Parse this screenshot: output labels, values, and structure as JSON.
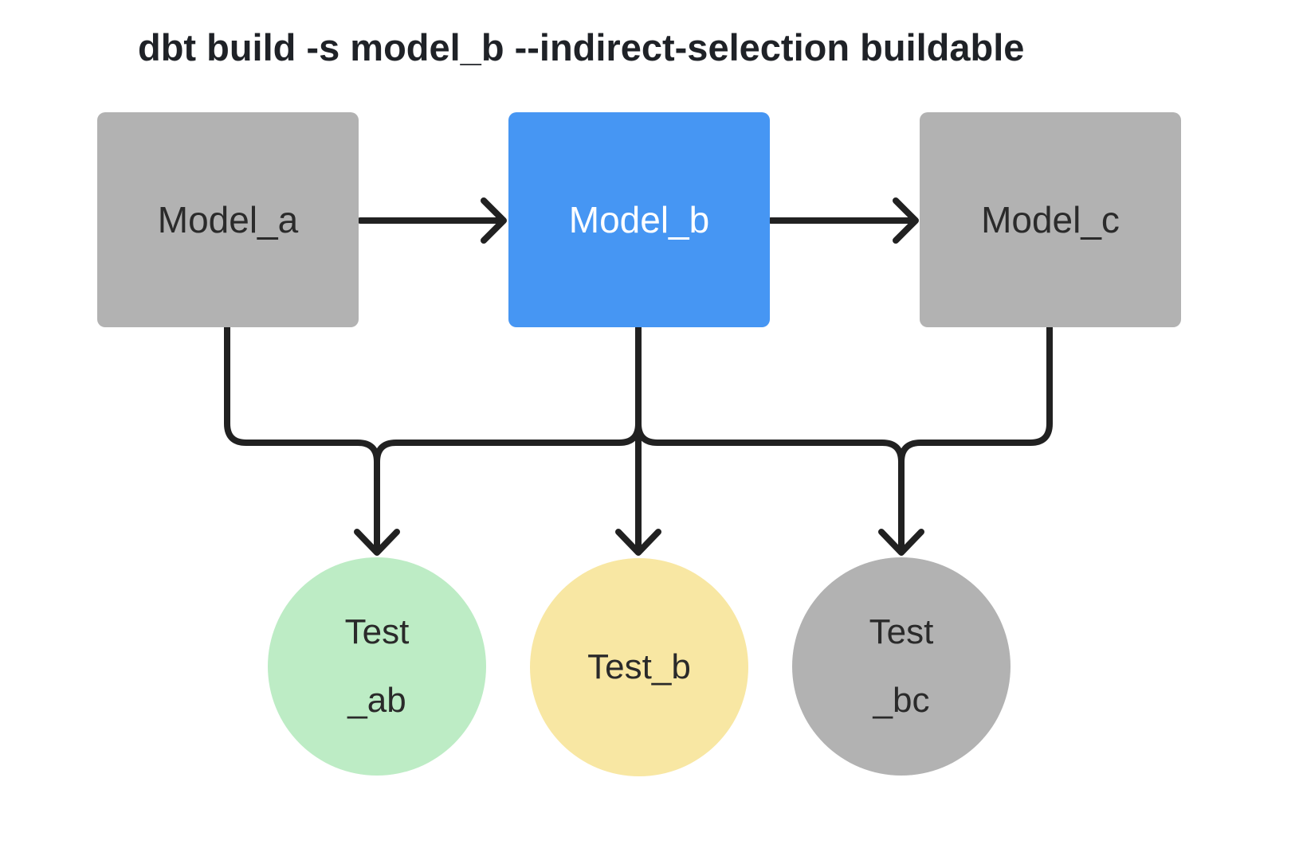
{
  "title": "dbt build -s model_b --indirect-selection buildable",
  "colors": {
    "selected_model": "#4696f3",
    "unselected_model": "#b2b2b2",
    "test_green": "#bdecc5",
    "test_yellow": "#f8e7a3",
    "test_gray": "#b2b2b2",
    "edge": "#212121",
    "selected_label": "#ffffff",
    "label": "#2b2b2b"
  },
  "nodes": {
    "models": [
      {
        "id": "model_a",
        "label": "Model_a",
        "variant": "gray"
      },
      {
        "id": "model_b",
        "label": "Model_b",
        "variant": "blue-selected"
      },
      {
        "id": "model_c",
        "label": "Model_c",
        "variant": "gray"
      }
    ],
    "tests": [
      {
        "id": "test_ab",
        "line1": "Test",
        "line2": "_ab",
        "variant": "green"
      },
      {
        "id": "test_b",
        "line1": "Test_b",
        "line2": "",
        "variant": "yellow"
      },
      {
        "id": "test_bc",
        "line1": "Test",
        "line2": "_bc",
        "variant": "gray"
      }
    ]
  },
  "edges": [
    {
      "from": "model_a",
      "to": "model_b"
    },
    {
      "from": "model_b",
      "to": "model_c"
    },
    {
      "from": "model_a",
      "to": "test_ab"
    },
    {
      "from": "model_b",
      "to": "test_ab"
    },
    {
      "from": "model_b",
      "to": "test_b"
    },
    {
      "from": "model_b",
      "to": "test_bc"
    },
    {
      "from": "model_c",
      "to": "test_bc"
    }
  ]
}
